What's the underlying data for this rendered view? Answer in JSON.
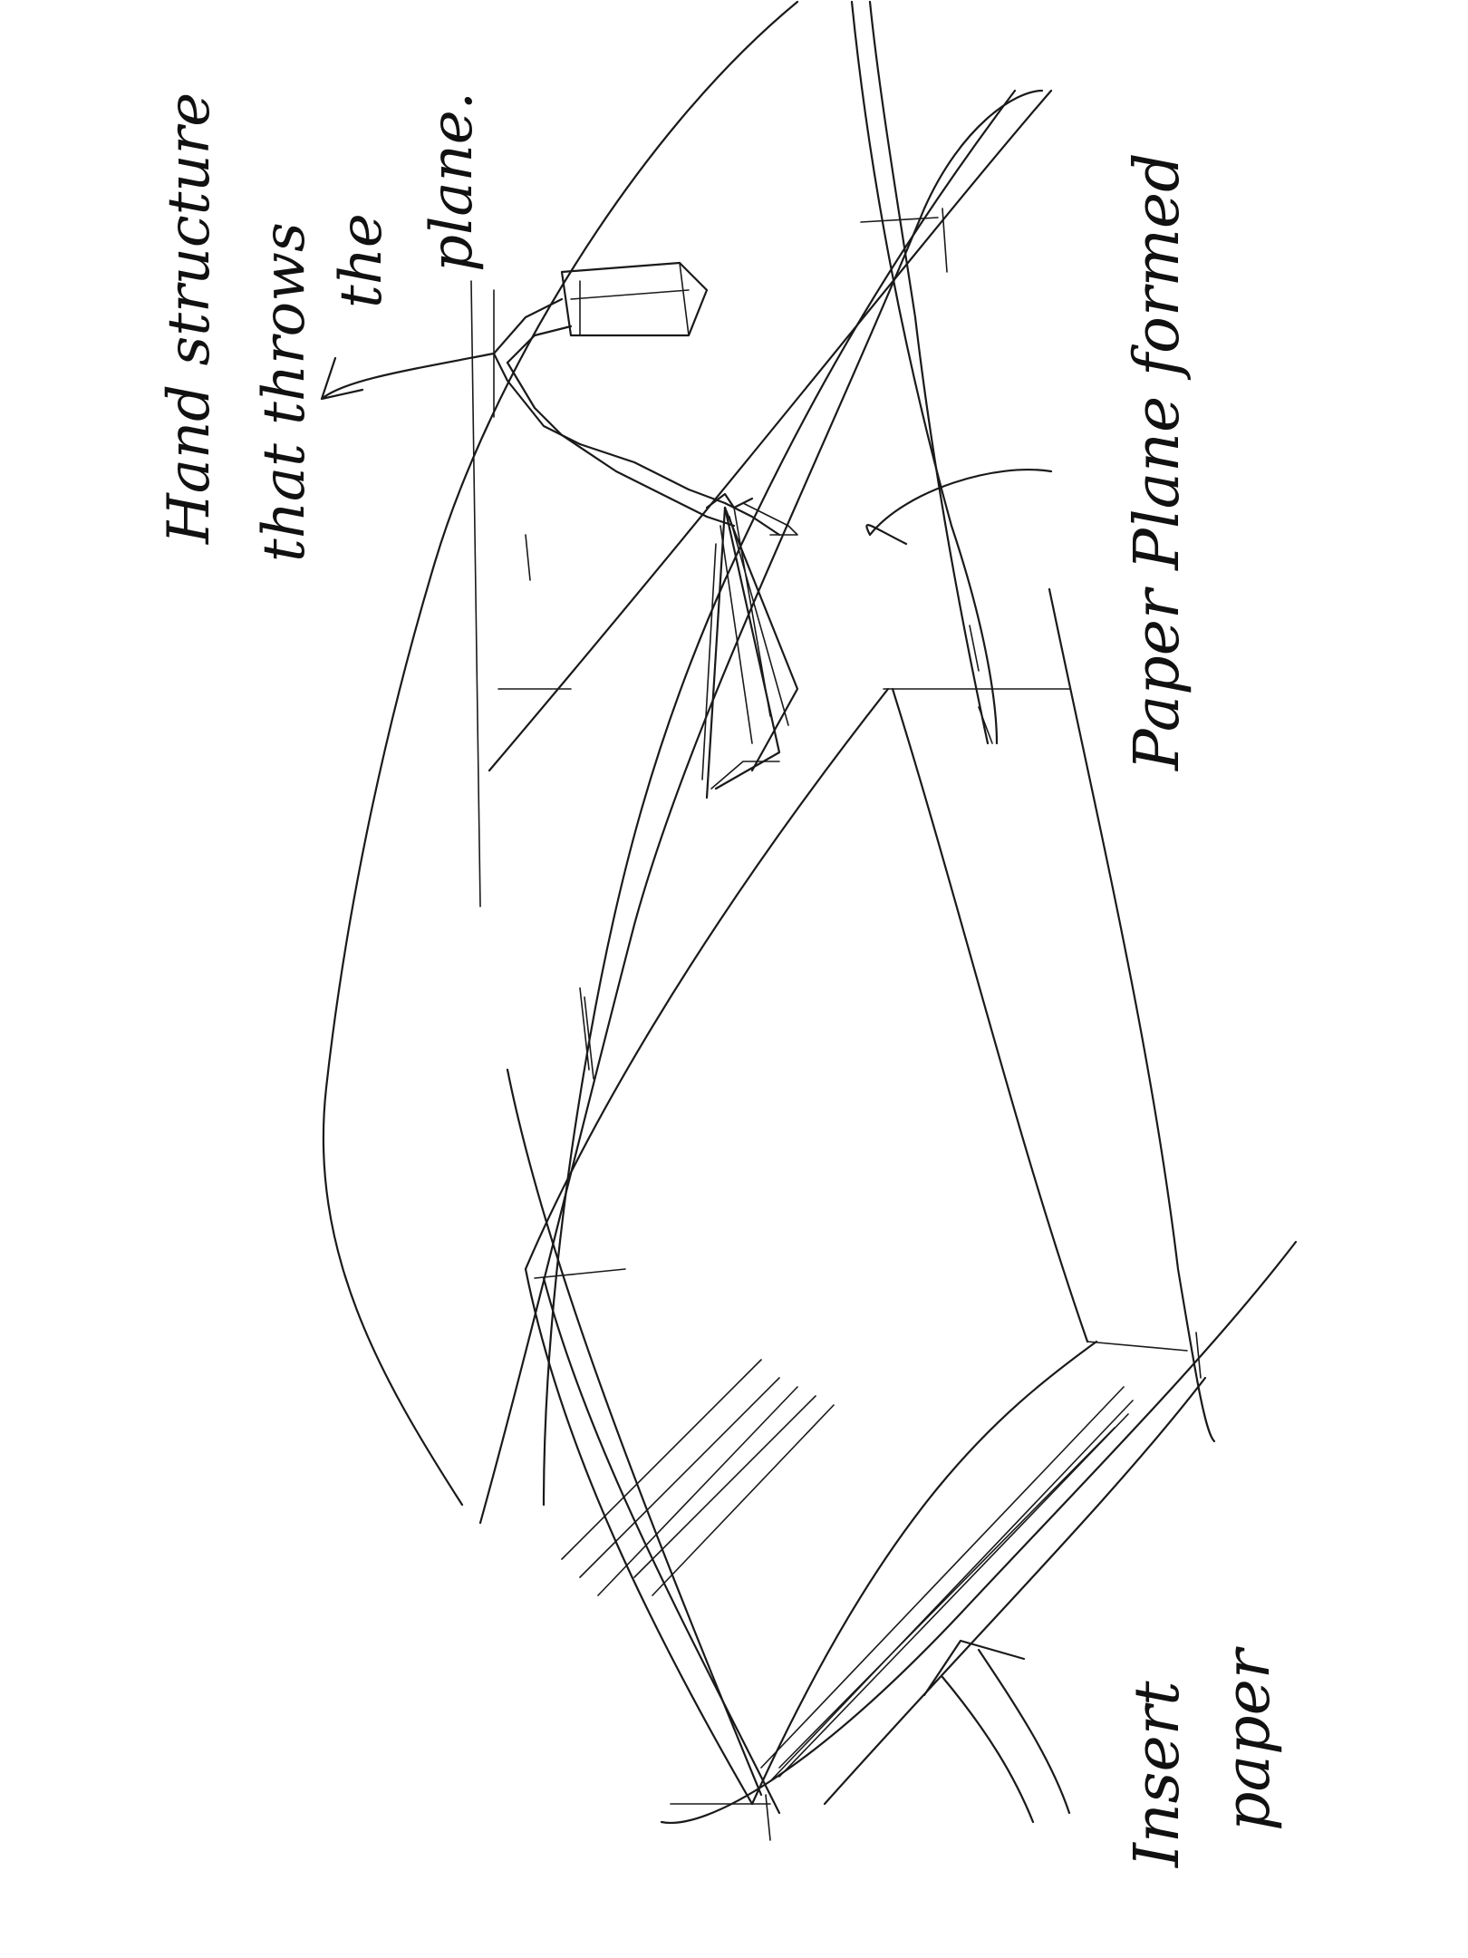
{
  "labels": {
    "hand": {
      "line1": "Hand structure",
      "line2": "that throws",
      "line3": "the",
      "line4": "plane."
    },
    "plane": {
      "line1": "Paper Plane formed"
    },
    "insert": {
      "line1": "Insert",
      "line2": "paper"
    }
  }
}
